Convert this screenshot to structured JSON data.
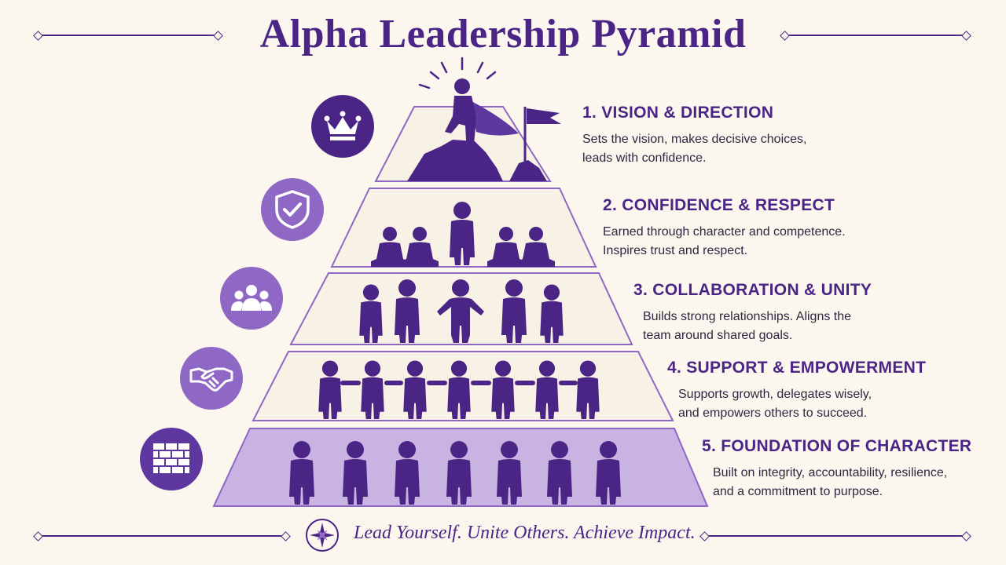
{
  "title": "Alpha Leadership Pyramid",
  "tagline": "Lead Yourself. Unite Others. Achieve Impact.",
  "colors": {
    "primary": "#4b2585",
    "accent": "#8e68c4",
    "base_fill": "#c9b3e2",
    "tier_fill": "#f8f2e6",
    "background": "#fbf7ef"
  },
  "levels": [
    {
      "title": "1. VISION & DIRECTION",
      "desc": [
        "Sets the vision, makes decisive choices,",
        "leads with confidence."
      ],
      "icon": "crown-icon"
    },
    {
      "title": "2. CONFIDENCE & RESPECT",
      "desc": [
        "Earned through character and competence.",
        "Inspires trust and respect."
      ],
      "icon": "shield-check-icon"
    },
    {
      "title": "3. COLLABORATION & UNITY",
      "desc": [
        "Builds strong relationships. Aligns the",
        "team around shared goals."
      ],
      "icon": "group-icon"
    },
    {
      "title": "4. SUPPORT & EMPOWERMENT",
      "desc": [
        "Supports growth, delegates wisely,",
        "and empowers others to succeed."
      ],
      "icon": "handshake-icon"
    },
    {
      "title": "5. FOUNDATION OF CHARACTER",
      "desc": [
        "Built on integrity, accountability, resilience,",
        "and a commitment to purpose."
      ],
      "icon": "brick-wall-icon"
    }
  ]
}
